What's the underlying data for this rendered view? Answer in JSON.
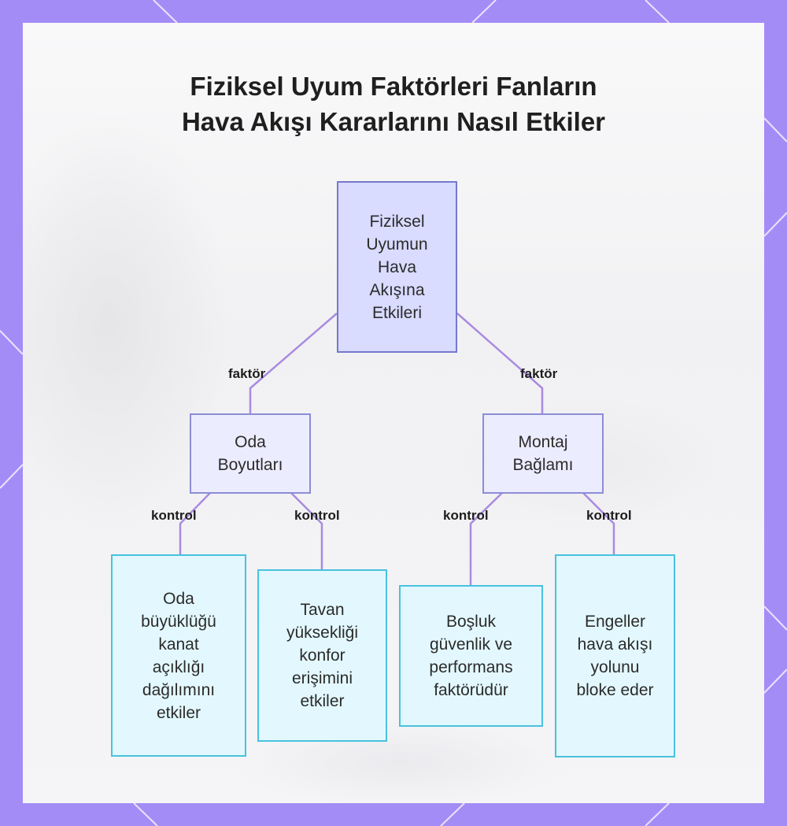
{
  "title": {
    "line1": "Fiziksel Uyum Faktörleri Fanların",
    "line2": "Hava Akışı Kararlarını Nasıl Etkiler"
  },
  "nodes": {
    "root": "Fiziksel Uyumun Hava Akışına Etkileri",
    "room_size": "Oda Boyutları",
    "mounting": "Montaj Bağlamı",
    "leaf_span": "Oda büyüklüğü kanat açıklığı dağılımını etkiler",
    "leaf_ceiling": "Tavan yüksekliği konfor erişimini etkiler",
    "leaf_clearance": "Boşluk güvenlik ve performans faktörüdür",
    "leaf_obstacles": "Engeller hava akışı yolunu bloke eder"
  },
  "edge_labels": {
    "factor_left": "faktör",
    "factor_right": "faktör",
    "control_1": "kontrol",
    "control_2": "kontrol",
    "control_3": "kontrol",
    "control_4": "kontrol"
  },
  "colors": {
    "frame": "#a48cf7",
    "root_fill": "#d9dbff",
    "mid_fill": "#ececff",
    "leaf_fill": "#e3f8fe",
    "leaf_border": "#48c2de",
    "edge": "#a98be0"
  }
}
